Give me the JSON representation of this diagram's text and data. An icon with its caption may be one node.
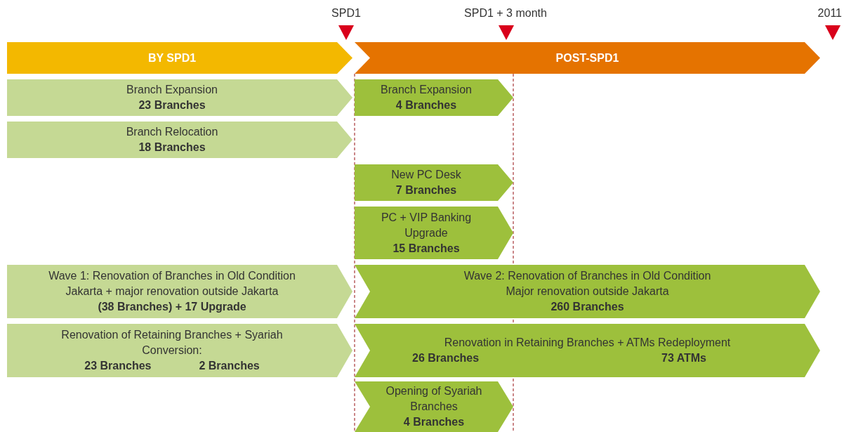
{
  "diagram": {
    "nodes": [
      {
        "text": [
          "BY SPD1"
        ]
      },
      {
        "text": [
          "POST-SPD1"
        ]
      },
      {
        "text": [
          "Branch Expansion",
          "23 Branches"
        ]
      },
      {
        "text": [
          "Branch Relocation",
          "18 Branches"
        ]
      },
      {
        "text": [
          "Branch Expansion",
          "4 Branches"
        ]
      },
      {
        "text": [
          "New PC Desk",
          "7 Branches"
        ]
      },
      {
        "text": [
          "PC + VIP Banking Upgrade",
          "15 Branches"
        ]
      },
      {
        "text": [
          "Wave 1: Renovation of Branches in Old Condition",
          "Jakarta + major renovation outside Jakarta",
          "(38 Branches) + 17 Upgrade"
        ]
      },
      {
        "text": [
          "Wave 2: Renovation of Branches in Old Condition",
          "Major renovation outside Jakarta",
          "260 Branches"
        ]
      },
      {
        "text": [
          "Renovation of Retaining Branches + Syariah Conversion:",
          "23 Branches",
          "2 Branches"
        ]
      },
      {
        "text": [
          "Renovation in Retaining Branches + ATMs Redeployment",
          "26 Branches",
          "73 ATMs"
        ]
      },
      {
        "text": [
          "Opening of Syariah Branches",
          "4 Branches"
        ]
      }
    ],
    "labels": [
      "SPD1",
      "SPD1 + 3 month",
      "2011"
    ]
  }
}
